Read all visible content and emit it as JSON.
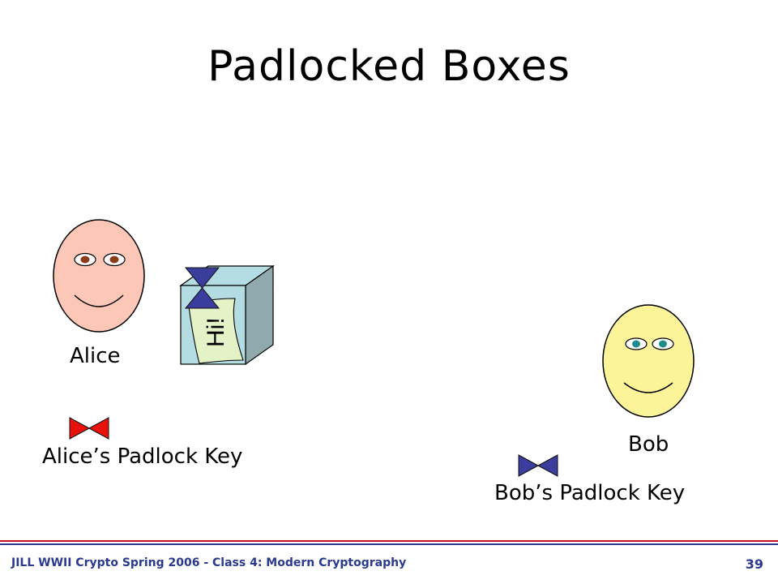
{
  "slide": {
    "title": "Padlocked Boxes"
  },
  "alice": {
    "name": "Alice",
    "key_label": "Alice’s Padlock Key",
    "face_color": "#fcc7b6",
    "eye_color": "#8b3a1a"
  },
  "bob": {
    "name": "Bob",
    "key_label": "Bob’s Padlock Key",
    "face_color": "#fdf49a",
    "eye_color": "#1e8c8c"
  },
  "box": {
    "message": "Hi!",
    "box_color": "#b4dde3",
    "note_color": "#e4f2c8"
  },
  "colors": {
    "alice_lock": "#e8120c",
    "bob_lock": "#3a3d9c",
    "footer_text": "#2b3a8e",
    "footer_rule_top": "#c8102e",
    "footer_rule_bottom": "#2b3a8e"
  },
  "footer": {
    "course": "JILL WWII Crypto Spring 2006 - Class 4: Modern Cryptography",
    "page": "39"
  }
}
